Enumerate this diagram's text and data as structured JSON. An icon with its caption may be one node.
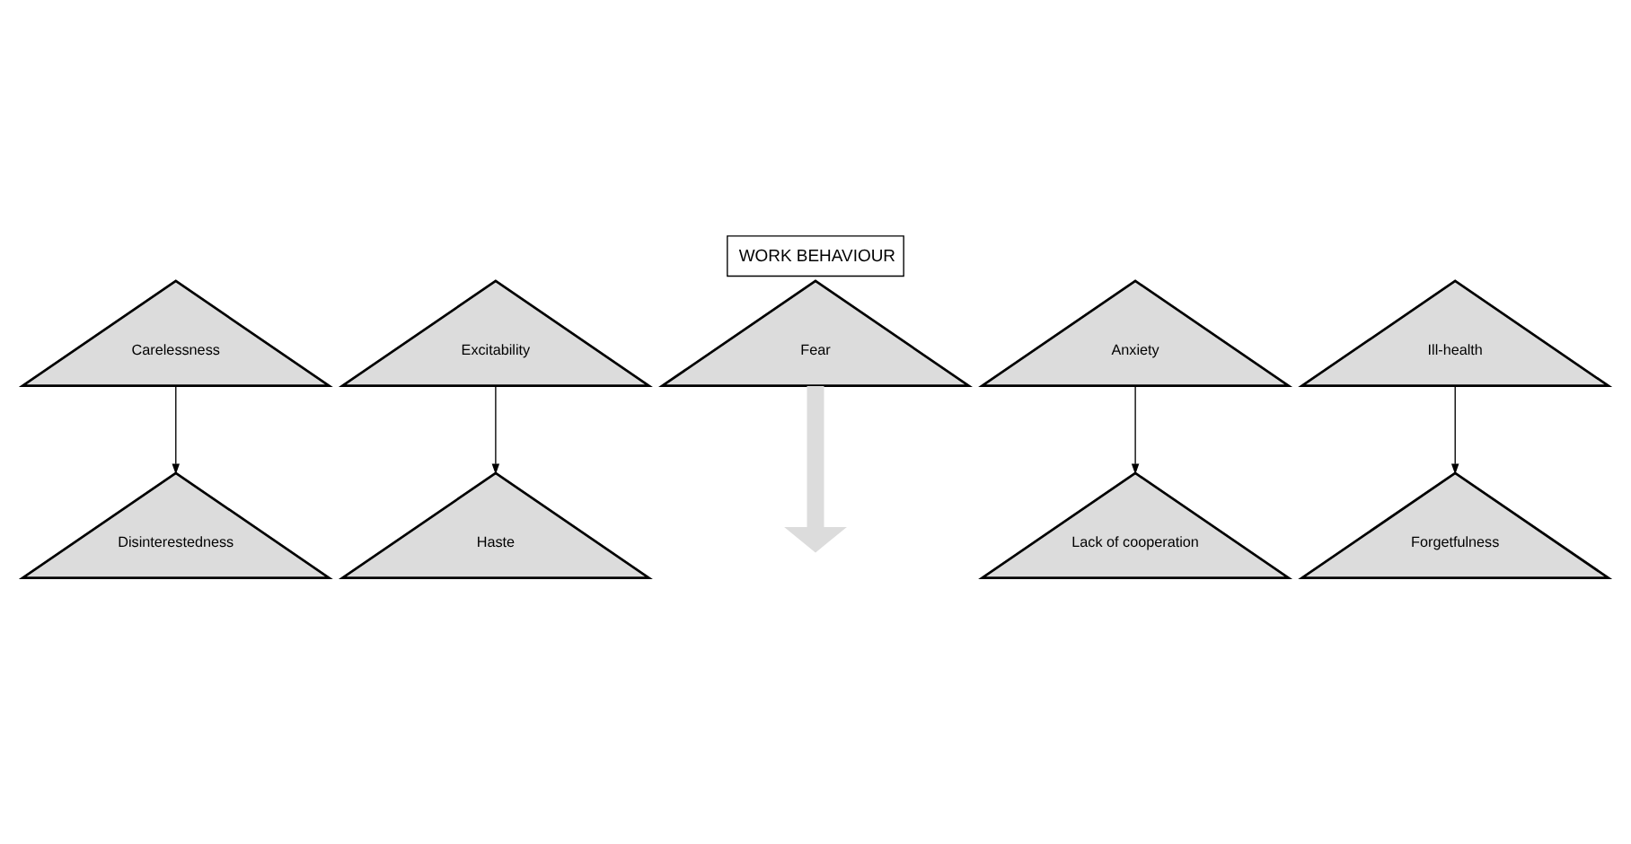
{
  "diagram": {
    "title": "WORK BEHAVIOUR",
    "nodes": [
      {
        "text": [
          "Carelessness"
        ]
      },
      {
        "text": [
          "Excitability"
        ]
      },
      {
        "text": [
          "Fear"
        ]
      },
      {
        "text": [
          "Anxiety"
        ]
      },
      {
        "text": [
          "Ill-health"
        ]
      },
      {
        "text": [
          "Disinterestedness"
        ]
      },
      {
        "text": [
          "Haste"
        ]
      },
      {
        "text": [
          "Lack of cooperation"
        ]
      },
      {
        "text": [
          "Forgetfulness"
        ]
      }
    ],
    "edges": [
      {
        "from": 0,
        "to": 5,
        "arrow": "to"
      },
      {
        "from": 1,
        "to": 6,
        "arrow": "to"
      },
      {
        "from": 3,
        "to": 7,
        "arrow": "to"
      },
      {
        "from": 4,
        "to": 8,
        "arrow": "to"
      },
      {
        "from": 2,
        "to": null,
        "arrow": "to",
        "style": "thick",
        "color": "#dcdcdc"
      }
    ]
  }
}
